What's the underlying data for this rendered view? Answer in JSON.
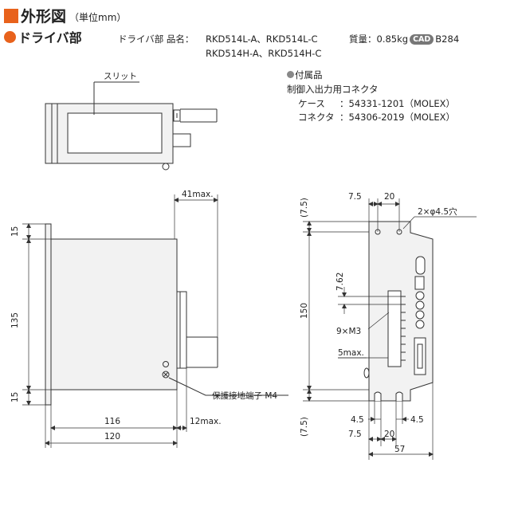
{
  "header": {
    "title": "外形図",
    "unit": "（単位mm）",
    "section": "ドライバ部"
  },
  "product": {
    "label": "ドライバ部 品名：",
    "names_line1": "RKD514L-A、RKD514L-C",
    "names_line2": "RKD514H-A、RKD514H-C",
    "mass_label": "質量：0.85kg",
    "cad_badge": "CAD",
    "cad_code": "B284"
  },
  "accessories": {
    "heading": "付属品",
    "line1": "制御入出力用コネクタ",
    "case_label": "ケース",
    "case_value": "：54331-1201（MOLEX）",
    "connector_label": "コネクタ",
    "connector_value": "：54306-2019（MOLEX）"
  },
  "top_view": {
    "slit_label": "スリット"
  },
  "side_view": {
    "dim_41max": "41max.",
    "dim_15_top": "15",
    "dim_135": "135",
    "dim_15_bottom": "15",
    "dim_116": "116",
    "dim_12max": "12max.",
    "dim_120": "120",
    "ground_label": "保護接地端子 M4"
  },
  "front_view": {
    "dim_7_5_top": "7.5",
    "dim_20_top": "20",
    "hole_label": "2×φ4.5穴",
    "dim_7_5_paren_top": "(7.5)",
    "dim_150": "150",
    "dim_7_62": "7.62",
    "screws_label": "9×M3",
    "dim_5max": "5max.",
    "dim_7_5_paren_bottom": "(7.5)",
    "dim_4_5_left": "4.5",
    "dim_4_5_right": "4.5",
    "dim_7_5_bottom": "7.5",
    "dim_20_bottom": "20",
    "dim_57": "57"
  },
  "colors": {
    "accent": "#e8621c",
    "panel_fill": "#f2f2f2",
    "line": "#333333"
  }
}
